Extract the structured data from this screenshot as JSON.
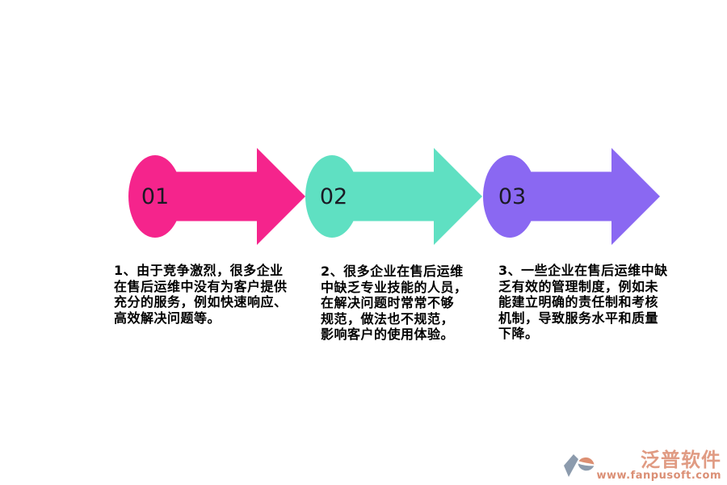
{
  "canvas": {
    "background": "#ffffff"
  },
  "steps": [
    {
      "number": "01",
      "color": "#F5248C",
      "lines": [
        "1、由于竞争激烈，很多企业",
        "在售后运维中没有为客户提供",
        "充分的服务，例如快速响应、",
        "高效解决问题等。"
      ]
    },
    {
      "number": "02",
      "color": "#5FE0C2",
      "lines": [
        "2、很多企业在售后运维",
        "中缺乏专业技能的人员，",
        "在解决问题时常常不够",
        "规范，做法也不规范，",
        "影响客户的使用体验。"
      ]
    },
    {
      "number": "03",
      "color": "#8A68F2",
      "lines": [
        "3、一些企业在售后运维中缺",
        "乏有效的管理制度，例如未",
        "能建立明确的责任制和考核",
        "机制，导致服务水平和质量",
        "下降。"
      ]
    }
  ],
  "number_color": "#1A1A24",
  "text_color": "#000000",
  "branding": {
    "logo_text": "泛普软件",
    "website": "www.fanpusoft.com",
    "text_color": "#E09B83",
    "url_color": "#DB8F75",
    "icon_blue": "#8C9BAD",
    "icon_salmon": "#DC8F72"
  }
}
